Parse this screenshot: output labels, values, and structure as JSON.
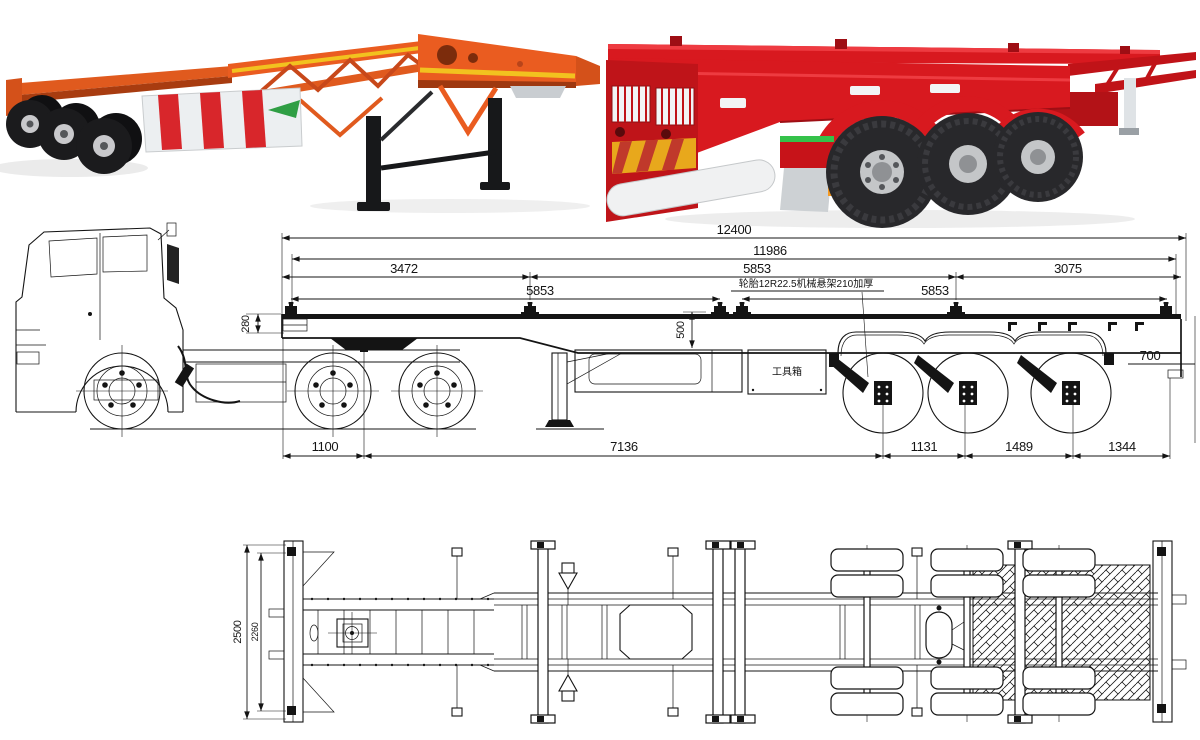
{
  "side_view": {
    "dimensions": {
      "overall_length": "12400",
      "frame_length": "11986",
      "front_section": "3472",
      "middle_section": "5853",
      "rear_section": "3075",
      "front_container_span": "5853",
      "rear_container_span": "5853",
      "neck_depth": "280",
      "mid_frame_depth": "500",
      "rear_frame_depth": "700",
      "front_to_kingpin": "1100",
      "kingpin_to_first_axle": "7136",
      "axle_spacing_1": "1131",
      "axle_spacing_2": "1489",
      "rear_overhang": "1344"
    },
    "labels": {
      "toolbox": "工具箱",
      "tire_note": "轮胎12R22.5机械悬架210加厚"
    }
  },
  "top_view": {
    "dimensions": {
      "overall_width": "2500",
      "inner_width": "2260"
    }
  },
  "photos": {
    "left": {
      "subject": "orange skeleton container trailer",
      "body_color": "#EA5C20",
      "stripe_color": "#F2C21F"
    },
    "right": {
      "subject": "red skeleton container trailer",
      "body_color": "#D8191F",
      "stripe_color": "#E8A81C"
    }
  }
}
